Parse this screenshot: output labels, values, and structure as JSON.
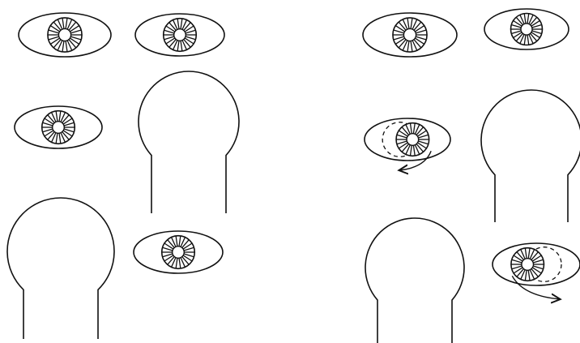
{
  "figure": {
    "panels": [
      {
        "id": "left",
        "eyes": [
          {
            "pupil": "center"
          },
          {
            "pupil": "center"
          },
          {
            "pupil": "center"
          },
          {
            "pupil": "center"
          }
        ],
        "heads": [
          {
            "facing": "right"
          },
          {
            "facing": "left"
          }
        ]
      },
      {
        "id": "right",
        "eyes": [
          {
            "pupil": "center"
          },
          {
            "pupil": "center"
          },
          {
            "pupil": "shifted-right",
            "ghost": "left",
            "arrow": "left"
          },
          {
            "pupil": "shifted-left",
            "ghost": "right",
            "arrow": "right"
          }
        ],
        "heads": [
          {
            "facing": "right"
          },
          {
            "facing": "left"
          }
        ]
      }
    ],
    "colors": {
      "stroke": "#111111",
      "background": "#ffffff"
    },
    "icons": [
      "eye-icon",
      "head-outline-icon",
      "arrow-left-icon",
      "arrow-right-icon"
    ]
  }
}
